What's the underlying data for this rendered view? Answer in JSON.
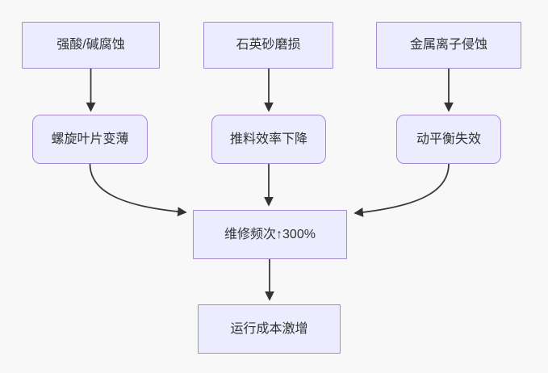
{
  "diagram": {
    "type": "flowchart",
    "direction": "top-down",
    "background_color": "#f8f8f9",
    "node_fill_color": "#ececff",
    "node_border_color": "#a48ad4",
    "edge_color": "#333333",
    "text_color": "#333333",
    "nodes": [
      {
        "id": "acid",
        "label": "强酸/碱腐蚀",
        "shape": "rectangle"
      },
      {
        "id": "sand",
        "label": "石英砂磨损",
        "shape": "rectangle"
      },
      {
        "id": "metal",
        "label": "金属离子侵蚀",
        "shape": "rectangle"
      },
      {
        "id": "blade",
        "label": "螺旋叶片变薄",
        "shape": "rounded"
      },
      {
        "id": "push",
        "label": "推料效率下降",
        "shape": "rounded"
      },
      {
        "id": "bal",
        "label": "动平衡失效",
        "shape": "rounded"
      },
      {
        "id": "repair",
        "label": "维修频次↑300%",
        "shape": "rectangle"
      },
      {
        "id": "cost",
        "label": "运行成本激增",
        "shape": "rectangle"
      }
    ],
    "edges": [
      {
        "from": "acid",
        "to": "blade"
      },
      {
        "from": "sand",
        "to": "push"
      },
      {
        "from": "metal",
        "to": "bal"
      },
      {
        "from": "blade",
        "to": "repair"
      },
      {
        "from": "push",
        "to": "repair"
      },
      {
        "from": "bal",
        "to": "repair"
      },
      {
        "from": "repair",
        "to": "cost"
      }
    ]
  }
}
